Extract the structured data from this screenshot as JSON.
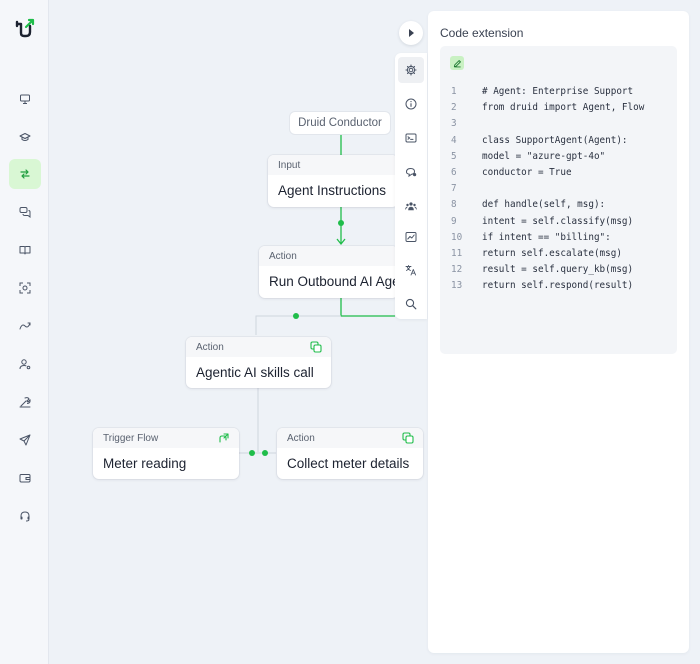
{
  "sidebar": {
    "items": [
      {
        "icon": "monitor-icon",
        "name": "sidebar-item-dashboard"
      },
      {
        "icon": "graduation-cap-icon",
        "name": "sidebar-item-learning"
      },
      {
        "icon": "flows-icon",
        "name": "sidebar-item-flows",
        "active": true
      },
      {
        "icon": "chat-bubbles-icon",
        "name": "sidebar-item-conversations"
      },
      {
        "icon": "book-icon",
        "name": "sidebar-item-knowledge"
      },
      {
        "icon": "scan-face-icon",
        "name": "sidebar-item-recognition"
      },
      {
        "icon": "routing-icon",
        "name": "sidebar-item-routing"
      },
      {
        "icon": "user-settings-icon",
        "name": "sidebar-item-users"
      },
      {
        "icon": "tools-icon",
        "name": "sidebar-item-tools"
      },
      {
        "icon": "send-icon",
        "name": "sidebar-item-channels"
      },
      {
        "icon": "wallet-icon",
        "name": "sidebar-item-billing"
      },
      {
        "icon": "headset-icon",
        "name": "sidebar-item-support"
      }
    ]
  },
  "canvas": {
    "conductor_label": "Druid Conductor",
    "nodes": {
      "agent_instructions": {
        "type": "Input",
        "title": "Agent Instructions"
      },
      "run_outbound": {
        "type": "Action",
        "title": "Run Outbound AI Agent"
      },
      "agentic_call": {
        "type": "Action",
        "title": "Agentic AI skills call"
      },
      "meter_reading": {
        "type": "Trigger Flow",
        "title": "Meter reading"
      },
      "collect_meter": {
        "type": "Action",
        "title": "Collect meter details"
      }
    }
  },
  "toolbar": {
    "tools": [
      "gear-icon",
      "info-icon",
      "terminal-icon",
      "chat-icon",
      "team-icon",
      "analytics-icon",
      "translate-icon",
      "search-icon"
    ]
  },
  "code_panel": {
    "title": "Code extension",
    "lines": [
      {
        "n": "1",
        "text": "# Agent: Enterprise Support"
      },
      {
        "n": "2",
        "text": "from druid import Agent, Flow"
      },
      {
        "n": "3",
        "text": ""
      },
      {
        "n": "4",
        "text": "class SupportAgent(Agent):"
      },
      {
        "n": "5",
        "text": "model = \"azure-gpt-4o\""
      },
      {
        "n": "6",
        "text": "conductor = True"
      },
      {
        "n": "7",
        "text": ""
      },
      {
        "n": "8",
        "text": "def handle(self, msg):"
      },
      {
        "n": "9",
        "text": "intent = self.classify(msg)"
      },
      {
        "n": "10",
        "text": "if intent == \"billing\":"
      },
      {
        "n": "11",
        "text": "return self.escalate(msg)"
      },
      {
        "n": "12",
        "text": "result = self.query_kb(msg)"
      },
      {
        "n": "13",
        "text": "return self.respond(result)"
      }
    ]
  },
  "colors": {
    "accent": "#1fbd4a",
    "accent_bg": "#d9f7d4",
    "canvas_bg": "#eef2f7"
  }
}
